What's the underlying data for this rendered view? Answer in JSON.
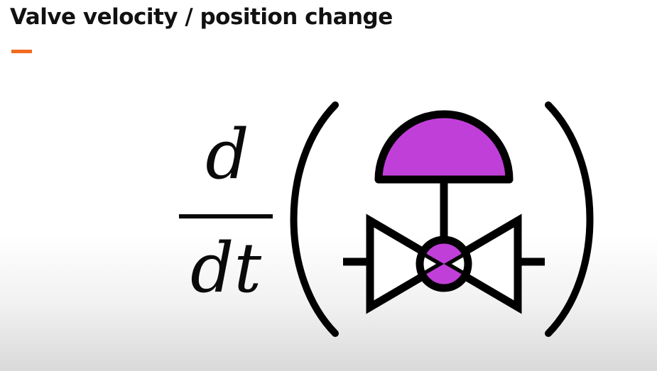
{
  "slide": {
    "title": "Valve velocity / position change",
    "accent_color": "#f26b21"
  },
  "formula": {
    "numerator": "d",
    "denominator": "dt"
  },
  "valve_symbol": {
    "actuator": "diaphragm-actuator",
    "body": "globe-valve",
    "fill_color": "#c13fd9",
    "stroke_color": "#000000"
  }
}
